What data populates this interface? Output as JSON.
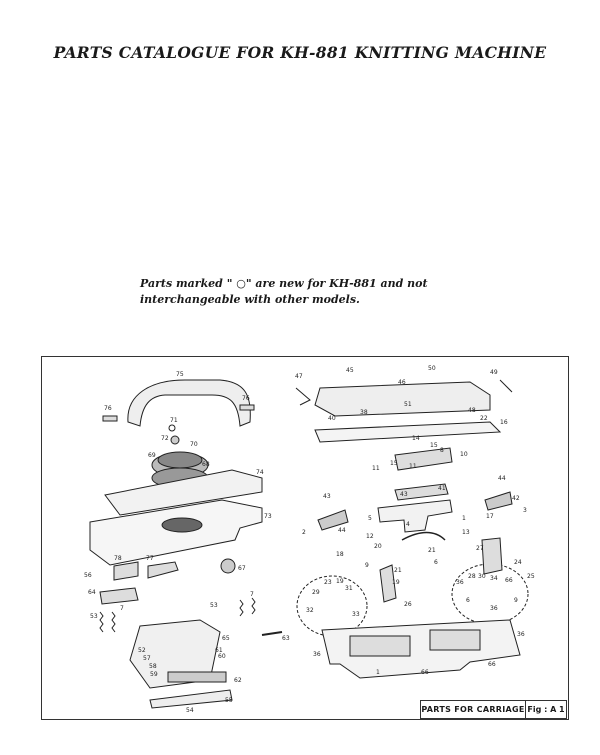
{
  "header": {
    "title": "PARTS CATALOGUE FOR KH-881 KNITTING MACHINE"
  },
  "note": {
    "line1": "Parts marked \" ○\" are new for KH-881 and not",
    "line2": "interchangeable with other models."
  },
  "figure": {
    "caption": "PARTS FOR CARRIAGE",
    "fig_label": "Fig : A 1",
    "part_numbers": [
      "75",
      "76",
      "76",
      "71",
      "72",
      "70",
      "69",
      "68",
      "74",
      "73",
      "67",
      "78",
      "77",
      "56",
      "64",
      "53",
      "7",
      "53",
      "7",
      "63",
      "65",
      "52",
      "57",
      "58",
      "59",
      "60",
      "61",
      "62",
      "55",
      "54",
      "47",
      "45",
      "50",
      "46",
      "49",
      "40",
      "38",
      "51",
      "48",
      "22",
      "16",
      "14",
      "15",
      "8",
      "15",
      "11",
      "11",
      "10",
      "43",
      "41",
      "43",
      "44",
      "42",
      "44",
      "2",
      "3",
      "4",
      "5",
      "1",
      "12",
      "13",
      "21",
      "18",
      "19",
      "20",
      "17",
      "21",
      "19",
      "24",
      "26",
      "25",
      "27",
      "23",
      "29",
      "31",
      "32",
      "33",
      "28",
      "30",
      "34",
      "66",
      "36",
      "36",
      "6",
      "9"
    ]
  }
}
